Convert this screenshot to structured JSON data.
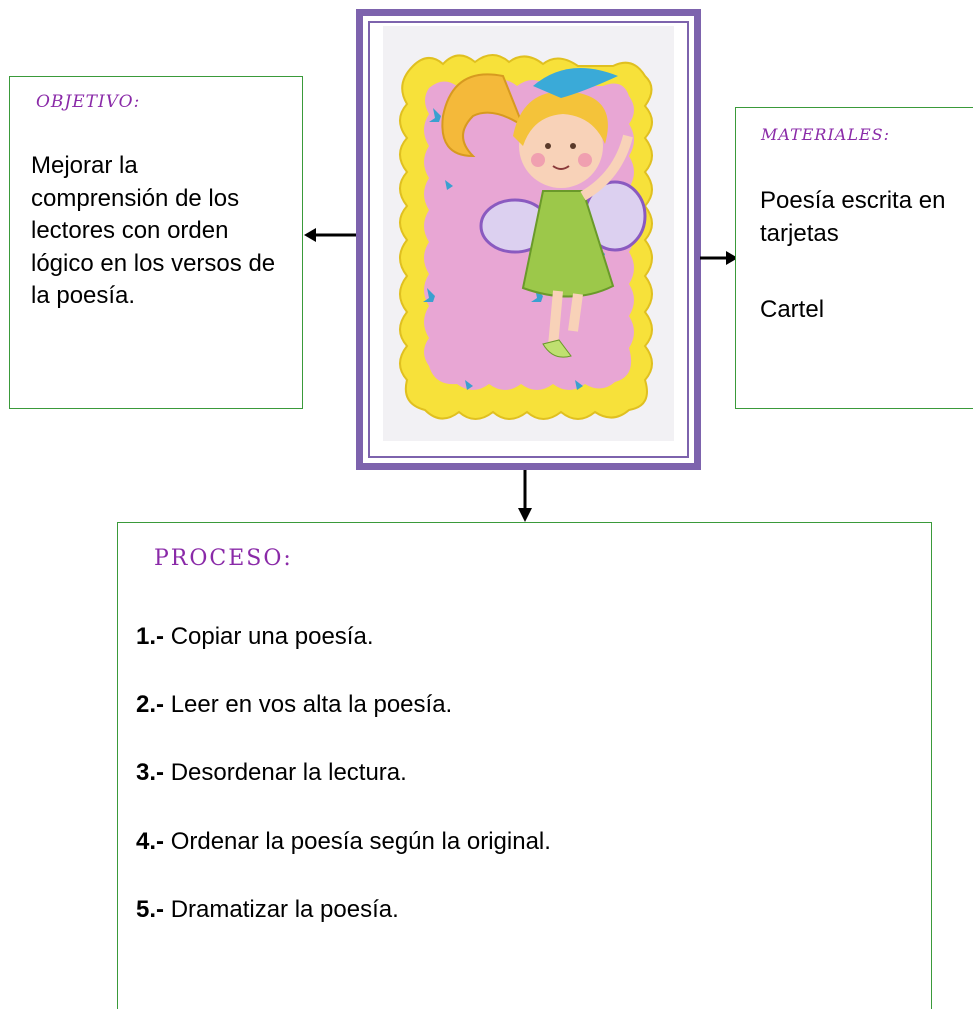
{
  "objective": {
    "heading": "OBJETIVO:",
    "text": "Mejorar la comprensión de los lectores con orden lógico en los versos de la poesía."
  },
  "materials": {
    "heading": "MATERIALES:",
    "items": [
      "Poesía escrita en tarjetas",
      "Cartel"
    ]
  },
  "process": {
    "heading": "PROCESO:",
    "steps": [
      {
        "number": "1.-",
        "text": "Copiar una poesía."
      },
      {
        "number": "2.-",
        "text": "Leer en vos alta la poesía."
      },
      {
        "number": "3.-",
        "text": "Desordenar la lectura."
      },
      {
        "number": "4.-",
        "text": "Ordenar la poesía según la original."
      },
      {
        "number": "5.-",
        "text": "Dramatizar la poesía."
      }
    ]
  },
  "colors": {
    "box_border": "#3a9a3a",
    "heading": "#8a2aa8",
    "frame": "#7d63ad"
  }
}
